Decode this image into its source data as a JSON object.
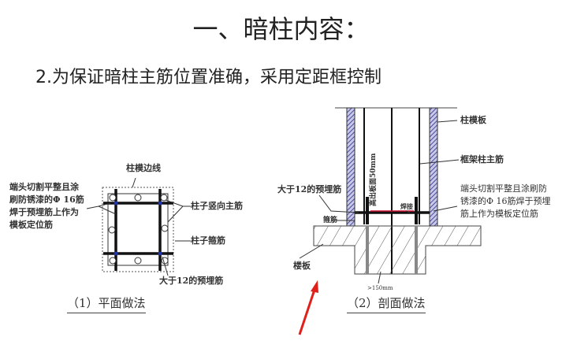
{
  "title": "一、暗柱内容：",
  "subtitle": "2.为保证暗柱主筋位置准确，采用定距框控制",
  "plan": {
    "caption": "（1）平面做法",
    "formwork_line": "柱模边线",
    "note_lines": [
      "端头切割平整且涂",
      "刷防锈漆的Φ 16筋",
      "焊于预埋筋上作为",
      "模板定位筋"
    ],
    "vertical_bar": "柱子竖向主筋",
    "stirrup": "柱子箍筋",
    "embedded": "大于12的预埋筋"
  },
  "section": {
    "caption": "（2）剖面做法",
    "formwork": "柱模板",
    "main_bar": "框架柱主筋",
    "embedded": "大于12的预埋筋",
    "note_lines": [
      "端头切割平整且涂刷防",
      "锈漆的Φ 16筋焊于预埋",
      "筋上作为模板定位筋"
    ],
    "stirrup": "箍筋",
    "weld": "焊接",
    "height_note": "高出板面50mm",
    "slab": "楼板",
    "depth": ">150mm"
  },
  "colors": {
    "arrow": "#e0201a",
    "rebar": "#111111",
    "weld": "#cc1133",
    "hatch": "#4a4a9a"
  }
}
